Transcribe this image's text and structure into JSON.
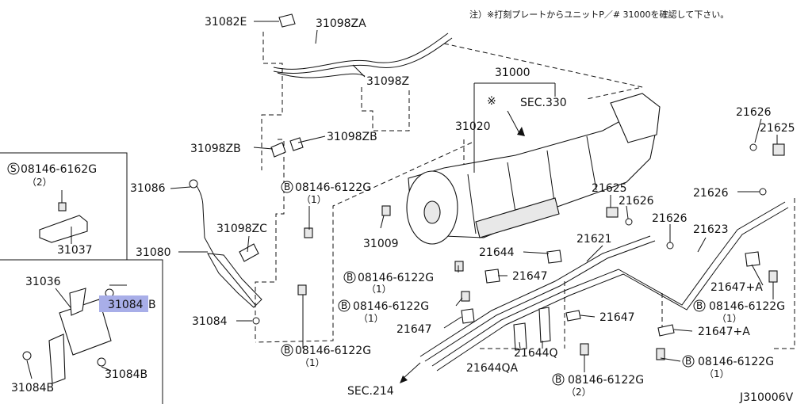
{
  "note": "注）※打刻プレートからユニットP／# 31000を確認して下さい。",
  "diagram_id": "J310006V",
  "highlight_color": "#a8aee8",
  "inset_top": {
    "prefix": "S",
    "code": "08146-6162G",
    "qty": "（2）",
    "part": "31037"
  },
  "inset_bottom": {
    "l1": "31036",
    "l2": "31084",
    "l2_suffix": "B",
    "l3": "31084B",
    "l4": "31084B"
  },
  "parts": {
    "p31082E": "31082E",
    "p31098ZA": "31098ZA",
    "p31098Z": "31098Z",
    "p31000": "31000",
    "sec330": "SEC.330",
    "p31020": "31020",
    "star": "※",
    "p31098ZB_r": "31098ZB",
    "p31098ZB_l": "31098ZB",
    "p31086": "31086",
    "p31098ZC": "31098ZC",
    "p31080": "31080",
    "p31009": "31009",
    "p31084": "31084",
    "p21626_a": "21626",
    "p21625_a": "21625",
    "p21625_b": "21625",
    "p21626_b": "21626",
    "p21626_c": "21626",
    "p21626_d": "21626",
    "p21621": "21621",
    "p21623": "21623",
    "p21644": "21644",
    "p21647_a": "21647",
    "p21647_b": "21647",
    "p21647_c": "21647",
    "p21647A_a": "21647+A",
    "p21647A_b": "21647+A",
    "p21644Q": "21644Q",
    "p21644QA": "21644QA",
    "sec214": "SEC.214"
  },
  "bolt_labels": {
    "b1": {
      "prefix": "B",
      "code": "08146-6122G",
      "qty": "（1）"
    },
    "b2": {
      "prefix": "B",
      "code": "08146-6122G",
      "qty": "（1）"
    },
    "b3": {
      "prefix": "B",
      "code": "08146-6122G",
      "qty": "（1）"
    },
    "b4": {
      "prefix": "B",
      "code": "08146-6122G",
      "qty": "（1）"
    },
    "b5": {
      "prefix": "B",
      "code": "08146-6122G",
      "qty": "（1）"
    },
    "b6": {
      "prefix": "B",
      "code": "08146-6122G",
      "qty": "（1）"
    },
    "b7": {
      "prefix": "B",
      "code": "08146-6122G",
      "qty": "（2）"
    }
  }
}
